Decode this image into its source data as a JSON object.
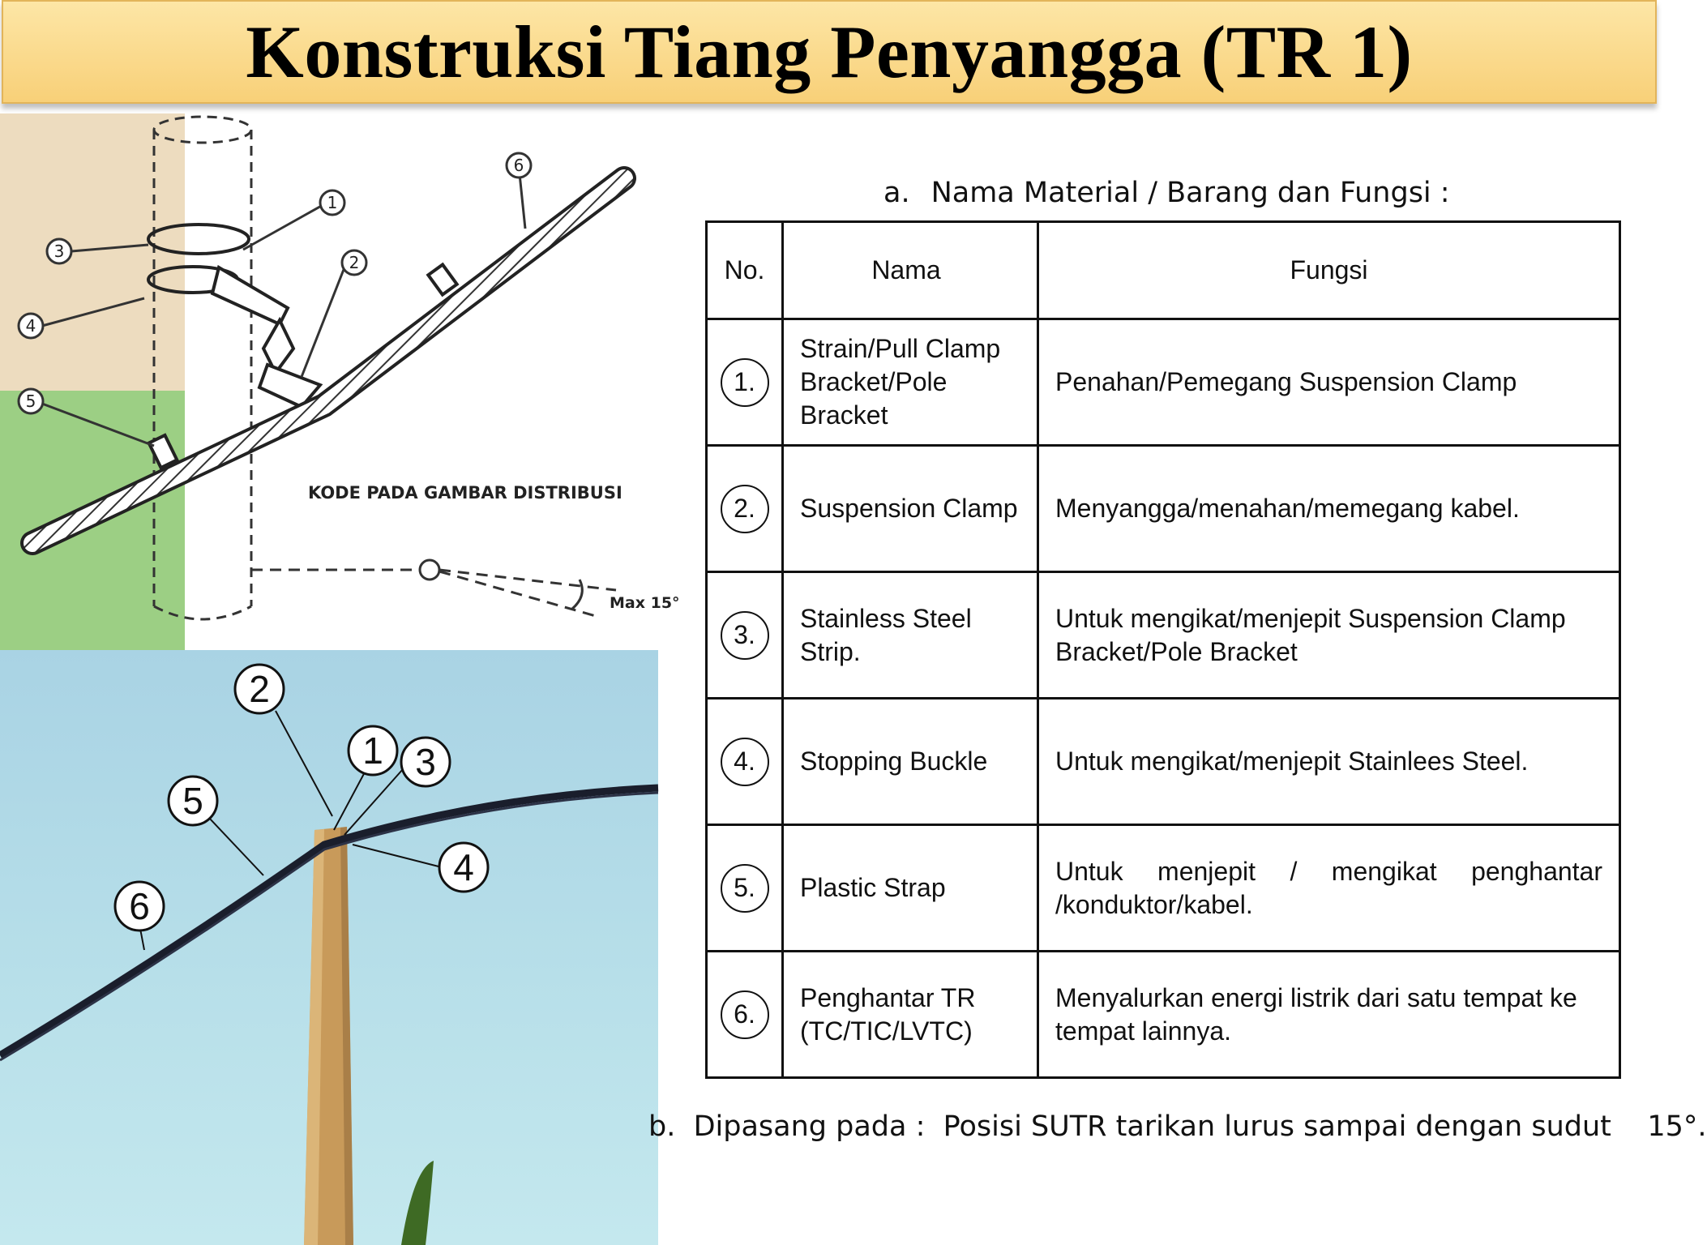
{
  "title": "Konstruksi Tiang Penyangga  (TR 1)",
  "diagram": {
    "caption": "KODE PADA GAMBAR DISTRIBUSI",
    "angle_label": "Max 15°",
    "callouts": [
      "1",
      "2",
      "3",
      "4",
      "5",
      "6"
    ]
  },
  "photo": {
    "callouts": [
      "2",
      "1",
      "3",
      "5",
      "4",
      "6"
    ]
  },
  "section_a": {
    "label": "a.",
    "text": "Nama Material / Barang dan Fungsi :"
  },
  "table": {
    "headers": {
      "no": "No.",
      "nama": "Nama",
      "fungsi": "Fungsi"
    },
    "rows": [
      {
        "no": "1.",
        "nama": "Strain/Pull Clamp Bracket/Pole Bracket",
        "fungsi": "Penahan/Pemegang Suspension Clamp"
      },
      {
        "no": "2.",
        "nama": "Suspension Clamp",
        "fungsi": "Menyangga/menahan/memegang kabel."
      },
      {
        "no": "3.",
        "nama": "Stainless Steel Strip.",
        "fungsi": "Untuk mengikat/menjepit Suspension Clamp Bracket/Pole Bracket"
      },
      {
        "no": "4.",
        "nama": "Stopping Buckle",
        "fungsi": "Untuk mengikat/menjepit  Stainlees Steel."
      },
      {
        "no": "5.",
        "nama": "Plastic  Strap",
        "fungsi": "Untuk menjepit / mengikat penghantar /konduktor/kabel."
      },
      {
        "no": "6.",
        "nama": "Penghantar TR (TC/TIC/LVTC)",
        "fungsi": "Menyalurkan energi listrik dari satu tempat ke tempat lainnya."
      }
    ]
  },
  "section_b": {
    "text": "b.  Dipasang pada :  Posisi SUTR tarikan lurus sampai dengan sudut    15°."
  }
}
